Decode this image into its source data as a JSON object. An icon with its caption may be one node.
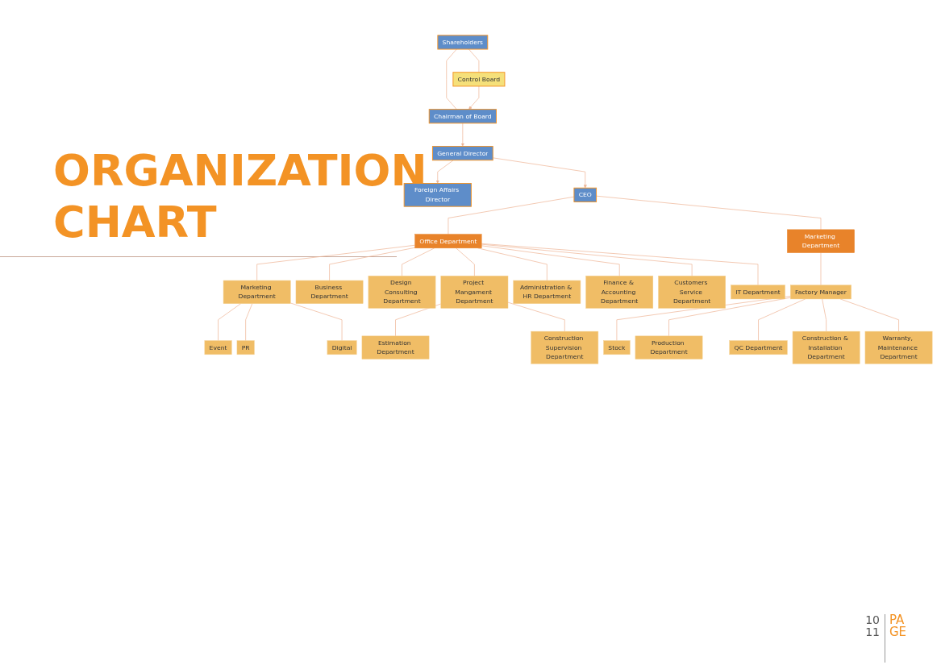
{
  "diagram": {
    "title": "ORGANIZATION CHART",
    "nodes": [
      {
        "text": [
          "Shareholders"
        ]
      },
      {
        "text": [
          "Control Board"
        ]
      },
      {
        "text": [
          "Chairman of Board"
        ]
      },
      {
        "text": [
          "General Director"
        ]
      },
      {
        "text": [
          "Foreign Affairs Director"
        ]
      },
      {
        "text": [
          "CEO"
        ]
      },
      {
        "text": [
          "Office Department"
        ]
      },
      {
        "text": [
          "Marketing Department"
        ]
      },
      {
        "text": [
          "Marketing Department"
        ]
      },
      {
        "text": [
          "Business Department"
        ]
      },
      {
        "text": [
          "Design Consulting Department"
        ]
      },
      {
        "text": [
          "Project Mangament Department"
        ]
      },
      {
        "text": [
          "Administration & HR Department"
        ]
      },
      {
        "text": [
          "Finance & Accounting Department"
        ]
      },
      {
        "text": [
          "Customers Service Department"
        ]
      },
      {
        "text": [
          "IT Department"
        ]
      },
      {
        "text": [
          "Factory Manager"
        ]
      },
      {
        "text": [
          "Event"
        ]
      },
      {
        "text": [
          "PR"
        ]
      },
      {
        "text": [
          "Digital"
        ]
      },
      {
        "text": [
          "Estimation Department"
        ]
      },
      {
        "text": [
          "Construction Supervision Department"
        ]
      },
      {
        "text": [
          "Stock"
        ]
      },
      {
        "text": [
          "Production Department"
        ]
      },
      {
        "text": [
          "QC Department"
        ]
      },
      {
        "text": [
          "Construction & Installation Department"
        ]
      },
      {
        "text": [
          "Warranty, Maintenance Department"
        ]
      }
    ],
    "edges": [
      {
        "from": 0,
        "to": 2,
        "arrow": "none"
      },
      {
        "from": 0,
        "to": 1,
        "arrow": "none"
      },
      {
        "from": 1,
        "to": 2,
        "arrow": "to"
      },
      {
        "from": 2,
        "to": 3,
        "arrow": "to"
      },
      {
        "from": 3,
        "to": 4,
        "arrow": "to"
      },
      {
        "from": 3,
        "to": 5,
        "arrow": "to"
      },
      {
        "from": 5,
        "to": 6,
        "arrow": "none"
      },
      {
        "from": 5,
        "to": 7,
        "arrow": "none"
      },
      {
        "from": 6,
        "to": 8,
        "arrow": "none"
      },
      {
        "from": 6,
        "to": 9,
        "arrow": "none"
      },
      {
        "from": 6,
        "to": 10,
        "arrow": "none"
      },
      {
        "from": 6,
        "to": 11,
        "arrow": "none"
      },
      {
        "from": 6,
        "to": 12,
        "arrow": "none"
      },
      {
        "from": 6,
        "to": 13,
        "arrow": "none"
      },
      {
        "from": 6,
        "to": 14,
        "arrow": "none"
      },
      {
        "from": 6,
        "to": 15,
        "arrow": "none"
      },
      {
        "from": 7,
        "to": 16,
        "arrow": "none"
      },
      {
        "from": 8,
        "to": 17,
        "arrow": "none"
      },
      {
        "from": 8,
        "to": 18,
        "arrow": "none"
      },
      {
        "from": 8,
        "to": 19,
        "arrow": "none"
      },
      {
        "from": 11,
        "to": 20,
        "arrow": "none"
      },
      {
        "from": 11,
        "to": 21,
        "arrow": "none"
      },
      {
        "from": 16,
        "to": 22,
        "arrow": "none"
      },
      {
        "from": 16,
        "to": 23,
        "arrow": "none"
      },
      {
        "from": 16,
        "to": 24,
        "arrow": "none"
      },
      {
        "from": 16,
        "to": 25,
        "arrow": "none"
      },
      {
        "from": 16,
        "to": 26,
        "arrow": "none"
      }
    ],
    "labels": [
      "10 11",
      "PA GE"
    ]
  }
}
